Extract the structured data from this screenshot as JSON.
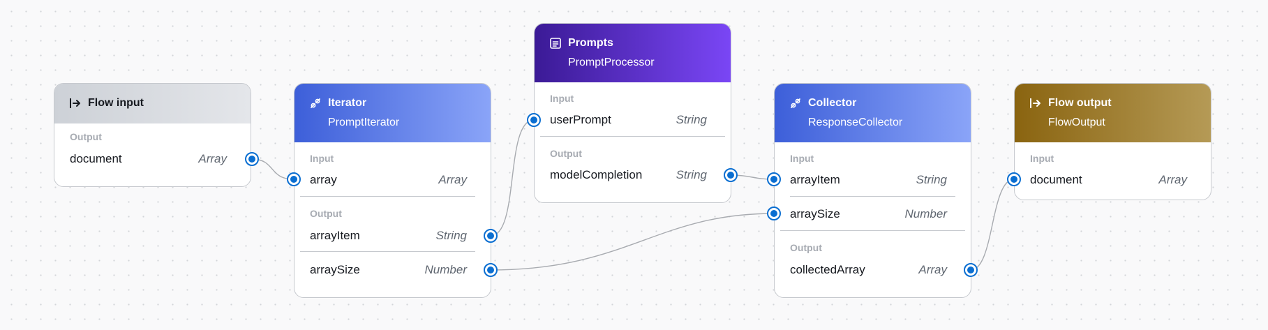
{
  "nodes": {
    "flow_input": {
      "title": "Flow input",
      "icon": "flow-input-icon",
      "output_label": "Output",
      "outputs": [
        {
          "name": "document",
          "type": "Array"
        }
      ]
    },
    "iterator": {
      "title": "Iterator",
      "subtitle": "PromptIterator",
      "icon": "iterator-icon",
      "input_label": "Input",
      "inputs": [
        {
          "name": "array",
          "type": "Array"
        }
      ],
      "output_label": "Output",
      "outputs": [
        {
          "name": "arrayItem",
          "type": "String"
        },
        {
          "name": "arraySize",
          "type": "Number"
        }
      ]
    },
    "prompts": {
      "title": "Prompts",
      "subtitle": "PromptProcessor",
      "icon": "prompt-icon",
      "input_label": "Input",
      "inputs": [
        {
          "name": "userPrompt",
          "type": "String"
        }
      ],
      "output_label": "Output",
      "outputs": [
        {
          "name": "modelCompletion",
          "type": "String"
        }
      ]
    },
    "collector": {
      "title": "Collector",
      "subtitle": "ResponseCollector",
      "icon": "collector-icon",
      "input_label": "Input",
      "inputs": [
        {
          "name": "arrayItem",
          "type": "String"
        },
        {
          "name": "arraySize",
          "type": "Number"
        }
      ],
      "output_label": "Output",
      "outputs": [
        {
          "name": "collectedArray",
          "type": "Array"
        }
      ]
    },
    "flow_output": {
      "title": "Flow output",
      "subtitle": "FlowOutput",
      "icon": "flow-output-icon",
      "input_label": "Input",
      "inputs": [
        {
          "name": "document",
          "type": "Array"
        }
      ]
    }
  },
  "connections": [
    {
      "from": "Flow input.document",
      "to": "Iterator.array"
    },
    {
      "from": "Iterator.arrayItem",
      "to": "Prompts.userPrompt"
    },
    {
      "from": "Prompts.modelCompletion",
      "to": "Collector.arrayItem"
    },
    {
      "from": "Iterator.arraySize",
      "to": "Collector.arraySize"
    },
    {
      "from": "Collector.collectedArray",
      "to": "Flow output.document"
    }
  ],
  "colors": {
    "handle": "#0a6ed1",
    "iterator_header": [
      "#3d5fd9",
      "#8aa4f8"
    ],
    "prompts_header": [
      "#3b1a96",
      "#7a46f5"
    ],
    "collector_header": [
      "#3d5fd9",
      "#8aa4f8"
    ],
    "flow_output_header": [
      "#8a6410",
      "#b59a56"
    ],
    "flow_input_header": [
      "#cdd1d7",
      "#e4e6ea"
    ]
  }
}
